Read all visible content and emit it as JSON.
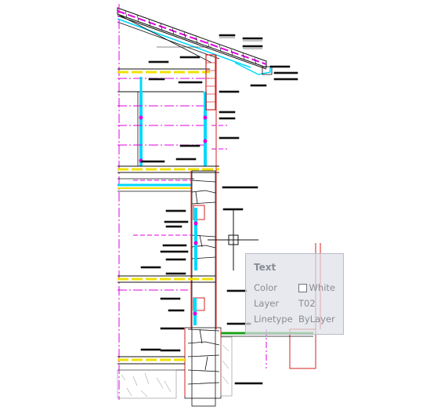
{
  "drawing": {
    "colors": {
      "red": "#d42020",
      "magenta": "#e000e0",
      "cyan": "#00d8ff",
      "yellow": "#f2e000",
      "black": "#111111",
      "green": "#1aa01a",
      "grey": "#8a8a8a"
    }
  },
  "property_tooltip": {
    "title": "Text",
    "rows": [
      {
        "key": "Color",
        "value": "White",
        "swatch": "#ffffff"
      },
      {
        "key": "Layer",
        "value": "T02"
      },
      {
        "key": "Linetype",
        "value": "ByLayer"
      }
    ]
  }
}
